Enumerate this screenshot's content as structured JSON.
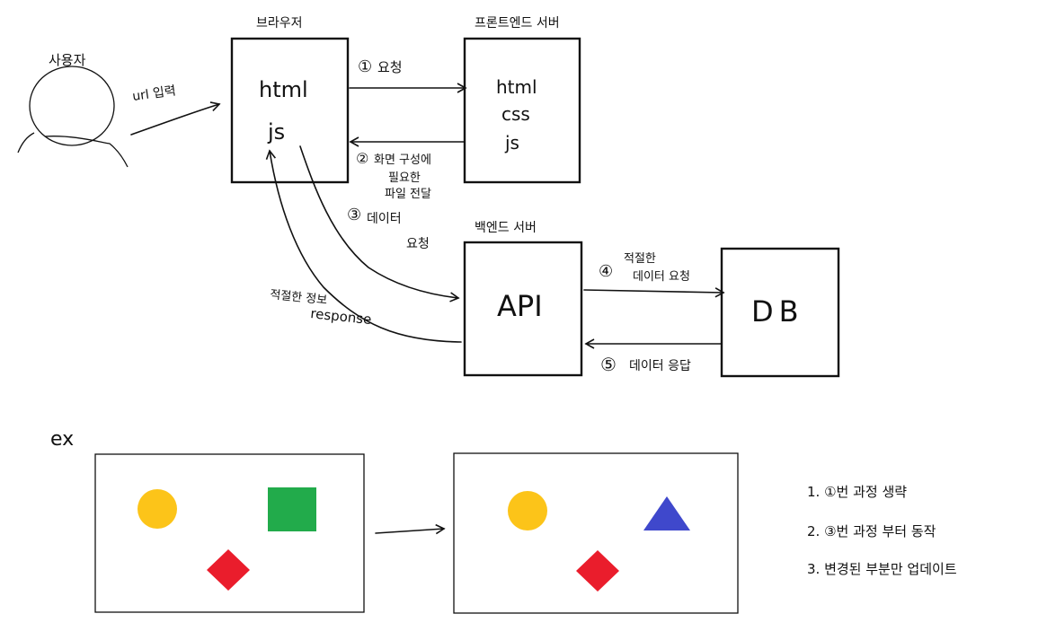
{
  "user": {
    "label": "사용자"
  },
  "url_input": {
    "label": "url 입력"
  },
  "browser": {
    "title": "브라우저",
    "lines": [
      "html",
      "js"
    ]
  },
  "frontend": {
    "title": "프론트엔드 서버",
    "lines": [
      "html",
      "css",
      "js"
    ]
  },
  "backend": {
    "title": "백엔드 서버",
    "box_label": "API"
  },
  "db": {
    "label": "DB"
  },
  "steps": {
    "s1": {
      "num": "①",
      "text": "요청"
    },
    "s2": {
      "num": "②",
      "lines": [
        "화면 구성에",
        "필요한",
        "파일 전달"
      ]
    },
    "s3": {
      "num": "③",
      "lines": [
        "데이터",
        "요청"
      ]
    },
    "s4": {
      "num": "④",
      "lines": [
        "적절한",
        "데이터 요청"
      ]
    },
    "s5": {
      "num": "⑤",
      "text": "데이터 응답"
    },
    "resp": {
      "lines": [
        "적절한 정보",
        "response"
      ]
    }
  },
  "example": {
    "label": "ex",
    "colors": {
      "circle": "#fcc419",
      "square": "#22ab4b",
      "diamond": "#ea1d2c",
      "triangle": "#3f48cc"
    }
  },
  "notes": [
    "1. ①번 과정 생략",
    "2. ③번 과정 부터 동작",
    "3. 변경된 부분만 업데이트"
  ]
}
